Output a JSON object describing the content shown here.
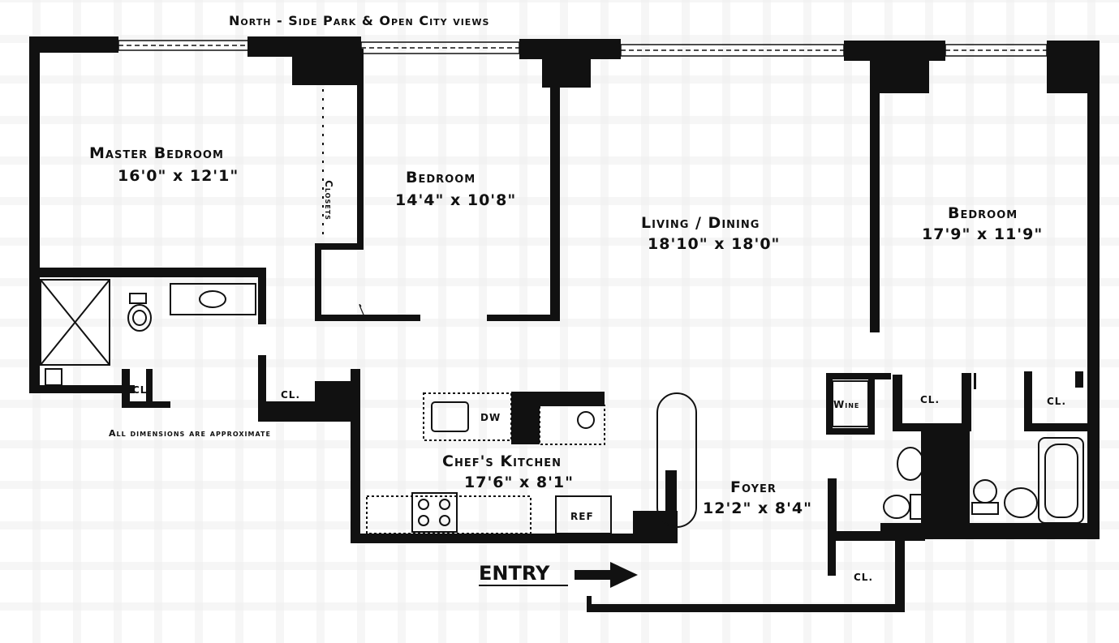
{
  "header": {
    "views_label": "North - Side Park & Open City views"
  },
  "rooms": {
    "master_bedroom": {
      "name": "Master Bedroom",
      "dims": "16'0\" x 12'1\""
    },
    "bedroom_1": {
      "name": "Bedroom",
      "dims": "14'4\" x 10'8\""
    },
    "living_dining": {
      "name": "Living / Dining",
      "dims": "18'10\" x 18'0\""
    },
    "bedroom_2": {
      "name": "Bedroom",
      "dims": "17'9\" x 11'9\""
    },
    "kitchen": {
      "name": "Chef's Kitchen",
      "dims": "17'6\" x 8'1\""
    },
    "foyer": {
      "name": "Foyer",
      "dims": "12'2\" x 8'4\""
    }
  },
  "labels": {
    "closets": "Closets",
    "cl": "CL.",
    "dw": "DW",
    "ref": "REF",
    "wine": "Wine",
    "disclaimer": "All dimensions are approximate",
    "entry": "ENTRY"
  },
  "colors": {
    "wall": "#111111",
    "paper": "#ffffff",
    "watermark": "#e1e1e1"
  }
}
